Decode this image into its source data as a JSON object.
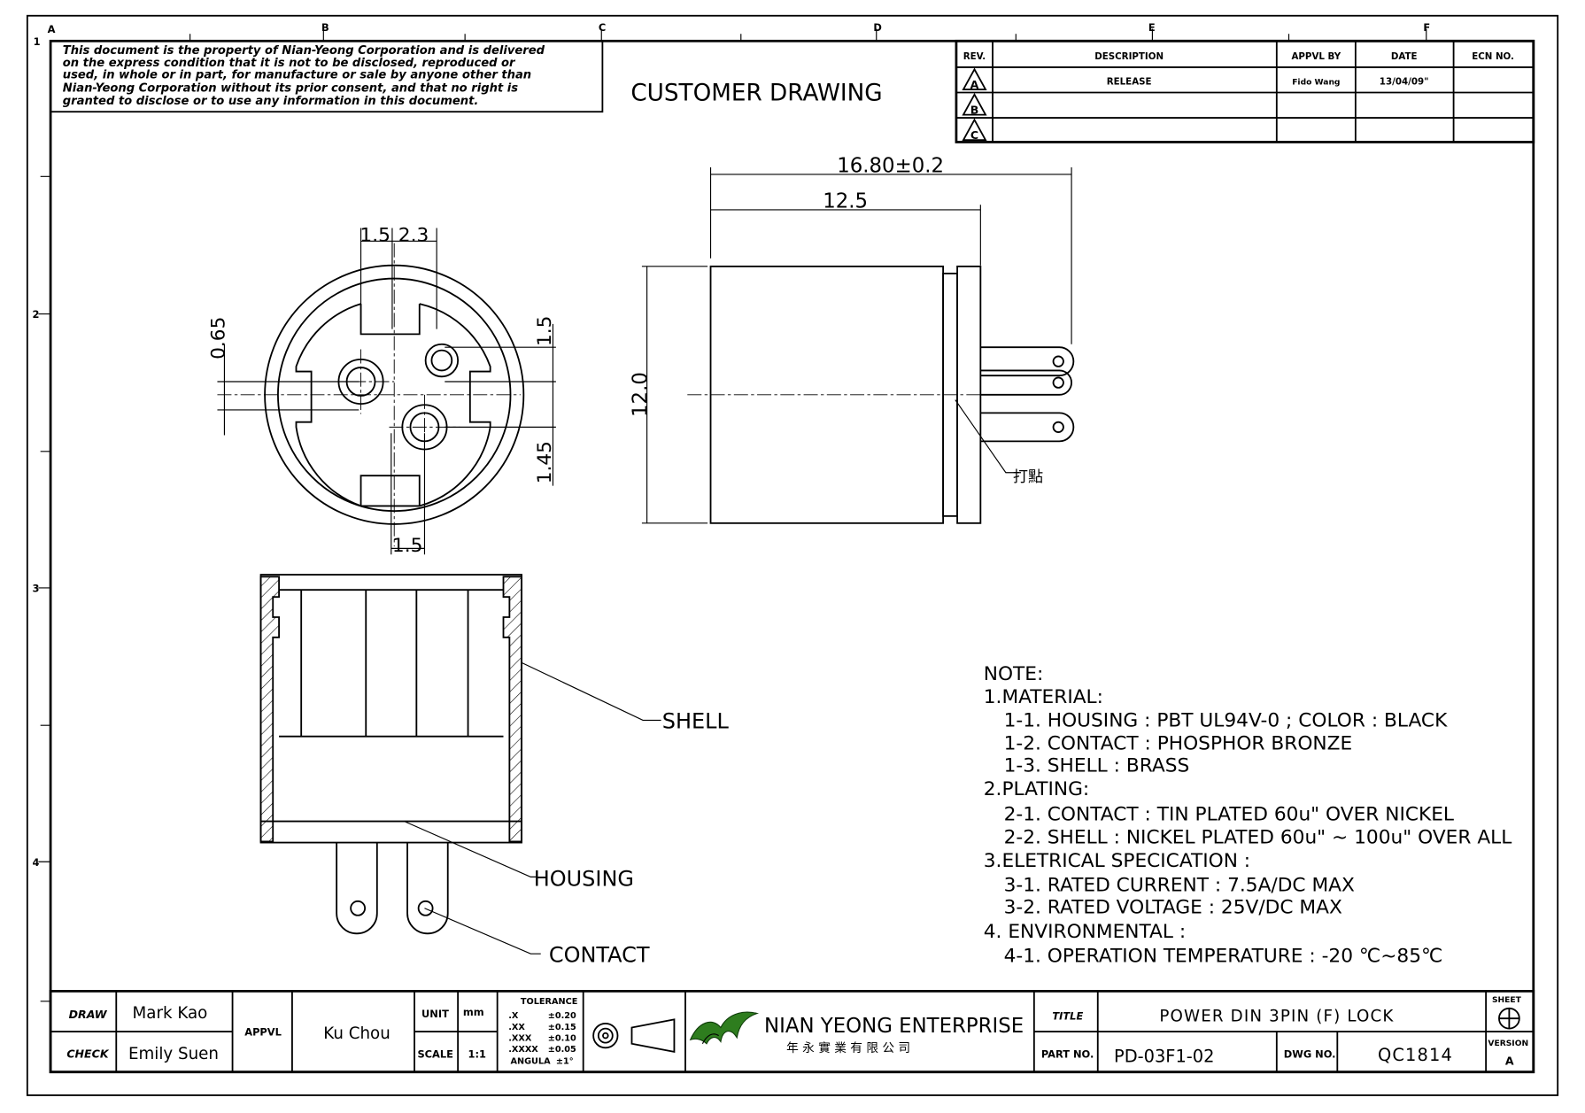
{
  "header": {
    "disclaimer": [
      "This document is the property of Nian-Yeong Corporation and is delivered",
      "on the express condition that it is not to be disclosed, reproduced or",
      "used, in whole or in part, for manufacture or sale by anyone other than",
      "Nian-Yeong Corporation without its prior consent, and that no right is",
      "granted to disclose or to use any information in this document."
    ],
    "drawing_type": "CUSTOMER DRAWING",
    "zone_columns": [
      "A",
      "B",
      "C",
      "D",
      "E",
      "F"
    ],
    "zone_rows": [
      "1",
      "2",
      "3",
      "4"
    ]
  },
  "revision_table": {
    "headers": [
      "REV.",
      "DESCRIPTION",
      "APPVL BY",
      "DATE",
      "ECN NO."
    ],
    "rows": [
      {
        "rev": "A",
        "description": "RELEASE",
        "approved_by": "Fido Wang",
        "date": "13/04/09\"",
        "ecn": ""
      },
      {
        "rev": "B",
        "description": "",
        "approved_by": "",
        "date": "",
        "ecn": ""
      },
      {
        "rev": "C",
        "description": "",
        "approved_by": "",
        "date": "",
        "ecn": ""
      }
    ]
  },
  "dimensions": {
    "front": [
      "1.5",
      "2.3",
      "0.65",
      "1.5",
      "1.45",
      "1.5"
    ],
    "side": [
      "16.80±0.2",
      "12.5",
      "12.0"
    ],
    "side_mark": "打點"
  },
  "callouts": {
    "shell": "SHELL",
    "housing": "HOUSING",
    "contact": "CONTACT"
  },
  "notes": [
    "NOTE:",
    "1.MATERIAL:",
    "1-1. HOUSING : PBT UL94V-0 ; COLOR : BLACK",
    "1-2. CONTACT : PHOSPHOR BRONZE",
    "1-3. SHELL : BRASS",
    "2.PLATING:",
    "2-1. CONTACT : TIN PLATED 60u\" OVER NICKEL",
    "2-2. SHELL : NICKEL PLATED 60u\" ~ 100u\" OVER ALL",
    "3.ELETRICAL SPECICATION :",
    "3-1. RATED CURRENT : 7.5A/DC MAX",
    "3-2. RATED VOLTAGE : 25V/DC MAX",
    "4. ENVIRONMENTAL :",
    "4-1. OPERATION TEMPERATURE : -20 ℃~85℃"
  ],
  "title_block": {
    "draw_label": "DRAW",
    "draw": "Mark Kao",
    "check_label": "CHECK",
    "check": "Emily Suen",
    "appvl_label": "APPVL",
    "appvl": "Ku Chou",
    "unit_label": "UNIT",
    "unit": "mm",
    "scale_label": "SCALE",
    "scale": "1:1",
    "tolerance_label": "TOLERANCE",
    "tolerances": [
      [
        ".X",
        "±0.20"
      ],
      [
        ".XX",
        "±0.15"
      ],
      [
        ".XXX",
        "±0.10"
      ],
      [
        ".XXXX",
        "±0.05"
      ],
      [
        "ANGULA",
        "±1°"
      ]
    ],
    "company": "NIAN YEONG ENTERPRISE",
    "company_cn": "年 永 實 業 有 限 公 司",
    "title_label": "TITLE",
    "title": "POWER DIN 3PIN (F) LOCK",
    "part_label": "PART NO.",
    "part_no": "PD-03F1-02",
    "dwg_label": "DWG NO.",
    "dwg_no": "QC1814",
    "sheet_label": "SHEET",
    "version_label": "VERSION",
    "version": "A"
  },
  "colors": {
    "logo_green": "#2e7d1e"
  }
}
